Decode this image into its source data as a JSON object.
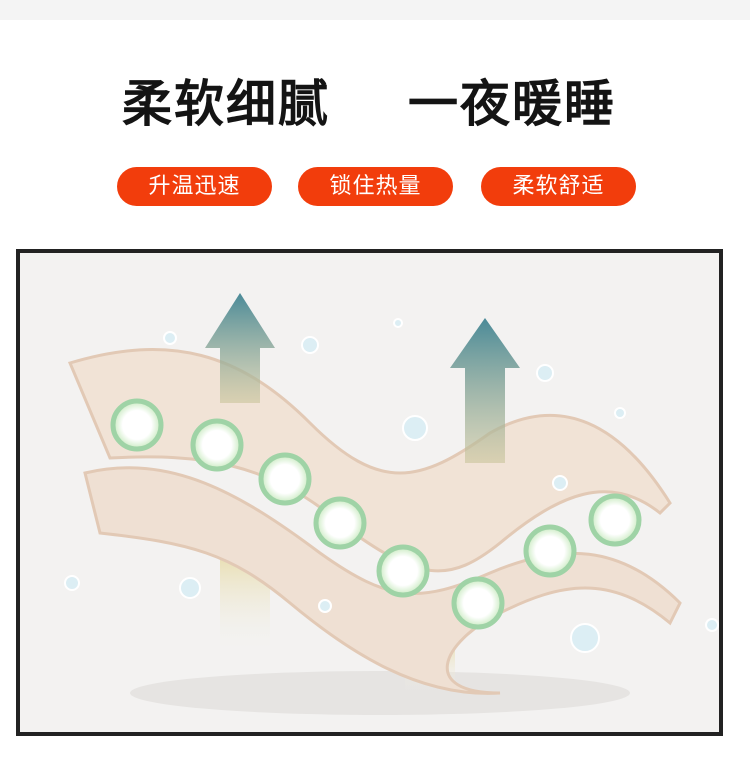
{
  "title": {
    "left": "柔软细腻",
    "right": "一夜暖睡"
  },
  "badges": [
    "升温迅速",
    "锁住热量",
    "柔软舒适"
  ],
  "colors": {
    "badge": "#f23d0c",
    "title": "#141414",
    "fabric": "#efe0d3",
    "arrow": "#4f8f9a",
    "frame": "#222222"
  }
}
